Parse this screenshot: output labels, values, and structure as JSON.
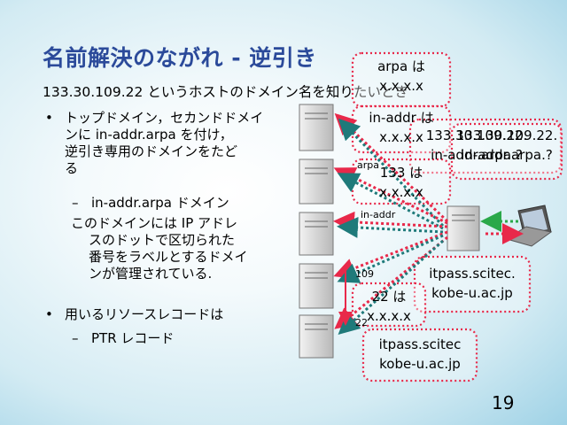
{
  "slide": {
    "title": "名前解決のながれ - 逆引き",
    "subtitle": "133.30.109.22 というホストのドメイン名を知りたいとき",
    "page_number": "19"
  },
  "bullets": [
    {
      "text": "トップドメイン，セカンドドメインに in-addr.arpa を付け，逆引き専用のドメインをたどる",
      "lines": [
        "トップドメイン，セカンドドメイ",
        "ンに in-addr.arpa を付け，",
        "逆引き専用のドメインをたど",
        "る"
      ]
    },
    {
      "sub": "in-addr.arpa ドメイン"
    },
    {
      "note_lines": [
        "このドメインには IP アドレ",
        "スのドットで区切られた",
        "番号をラベルとするドメイ",
        "ンが管理されている."
      ]
    },
    {
      "text": "用いるリソースレコードは"
    },
    {
      "sub": "PTR レコード"
    }
  ],
  "diagram": {
    "labels": {
      "arpa": "arpa",
      "in_addr": "in-addr",
      "n109": "109",
      "n22": "22"
    },
    "callouts": {
      "arpa": [
        "arpa は",
        "x.x.x.x"
      ],
      "inaddr": [
        "in-addr は",
        "x.x.x.x"
      ],
      "n133": [
        "133 は",
        "x.x.x.x"
      ],
      "n22": [
        "22 は",
        "x.x.x.x"
      ],
      "query_a": [
        "133.30.109.22.",
        "in-addr.arpa.?"
      ],
      "query_b": [
        "133.30.109.22.",
        "in-addr.arpa.?"
      ],
      "answer_a": [
        "itpass.scitec.",
        "kobe-u.ac.jp"
      ],
      "answer_b": [
        "itpass.scitec",
        "kobe-u.ac.jp"
      ]
    },
    "colors": {
      "arrow_red": "#e8294a",
      "arrow_green": "#2aa84a",
      "arrow_teal": "#1f7a7a",
      "callout_border": "#e8294a",
      "title": "#2b4a9a"
    },
    "icons": [
      "server-icon",
      "laptop-icon"
    ]
  }
}
